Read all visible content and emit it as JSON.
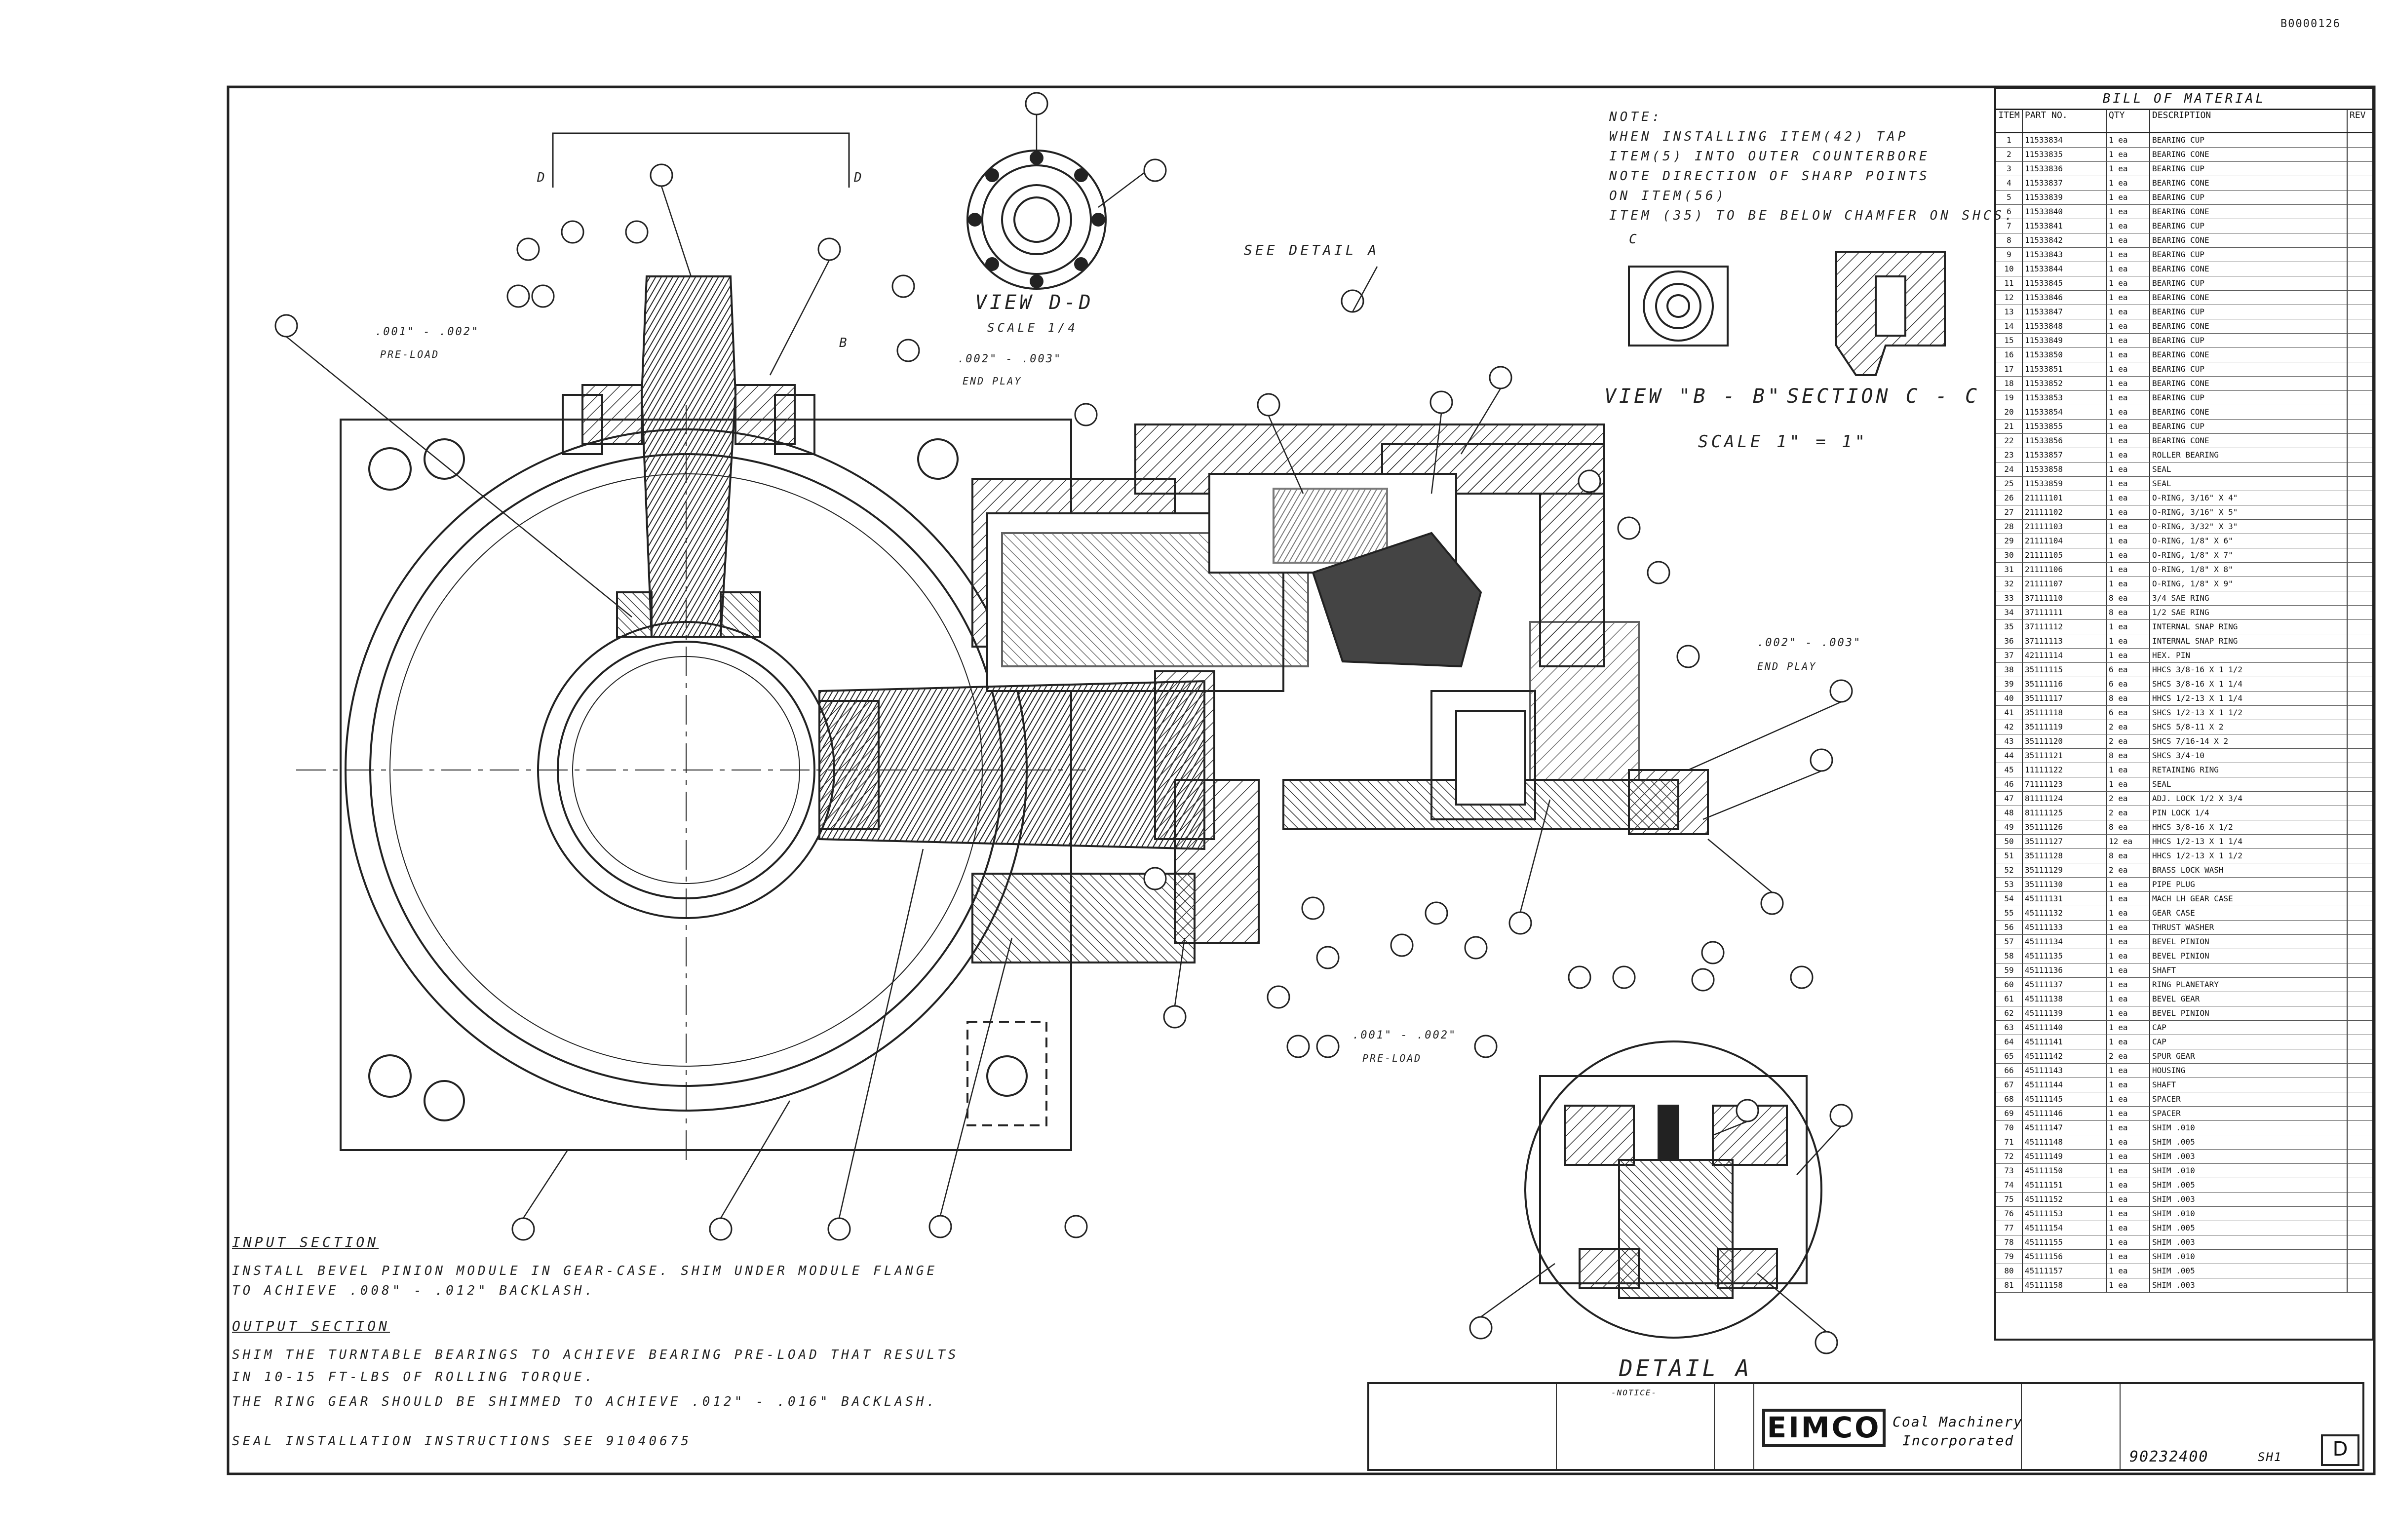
{
  "corner_id": "B0000126",
  "notes_top": {
    "line1": "NOTE:",
    "line2": "WHEN INSTALLING ITEM(42) TAP",
    "line3": "ITEM(5) INTO OUTER COUNTERBORE",
    "line4": "NOTE DIRECTION OF SHARP POINTS",
    "line5": "ON ITEM(56)",
    "line6": "ITEM (35) TO BE BELOW CHAMFER ON SHCS."
  },
  "view_labels": {
    "view_dd": "VIEW D-D",
    "view_dd_scale": "SCALE 1/4",
    "view_bb": "VIEW \"B - B\"",
    "section_cc": "SECTION C - C",
    "scale_1": "SCALE 1\" = 1\"",
    "see_detail": "SEE DETAIL A",
    "detail_a": "DETAIL A",
    "section_d_left": "D",
    "section_d_right": "D",
    "section_b": "B",
    "section_c": "C"
  },
  "callouts": {
    "preload_1": ".001\" - .002\"",
    "preload_1_sub": "PRE-LOAD",
    "endplay": ".002\" - .003\"",
    "endplay_sub": "END PLAY",
    "endplay2": ".002\" - .003\"",
    "endplay2_sub": "END PLAY",
    "preload_2": ".001\" - .002\"",
    "preload_2_sub": "PRE-LOAD"
  },
  "bottom_notes": {
    "input_title": "INPUT SECTION",
    "input_line1": "INSTALL BEVEL PINION MODULE IN GEAR-CASE. SHIM UNDER MODULE FLANGE",
    "input_line2": "TO ACHIEVE .008\" - .012\" BACKLASH.",
    "output_title": "OUTPUT SECTION",
    "output_line1": "SHIM THE TURNTABLE BEARINGS TO ACHIEVE BEARING PRE-LOAD THAT RESULTS",
    "output_line2": "IN 10-15 FT-LBS OF ROLLING TORQUE.",
    "output_line3": "THE RING GEAR SHOULD BE SHIMMED TO ACHIEVE .012\" - .016\" BACKLASH.",
    "seal_line": "SEAL INSTALLATION INSTRUCTIONS SEE 91040675"
  },
  "bom": {
    "title": "BILL OF MATERIAL",
    "headers": [
      "ITEM",
      "PART NO.",
      "QTY",
      "DESCRIPTION",
      "REV"
    ],
    "rows": [
      [
        "1",
        "11533834",
        "1 ea",
        "BEARING CUP",
        ""
      ],
      [
        "2",
        "11533835",
        "1 ea",
        "BEARING CONE",
        ""
      ],
      [
        "3",
        "11533836",
        "1 ea",
        "BEARING CUP",
        ""
      ],
      [
        "4",
        "11533837",
        "1 ea",
        "BEARING CONE",
        ""
      ],
      [
        "5",
        "11533839",
        "1 ea",
        "BEARING CUP",
        ""
      ],
      [
        "6",
        "11533840",
        "1 ea",
        "BEARING CONE",
        ""
      ],
      [
        "7",
        "11533841",
        "1 ea",
        "BEARING CUP",
        ""
      ],
      [
        "8",
        "11533842",
        "1 ea",
        "BEARING CONE",
        ""
      ],
      [
        "9",
        "11533843",
        "1 ea",
        "BEARING CUP",
        ""
      ],
      [
        "10",
        "11533844",
        "1 ea",
        "BEARING CONE",
        ""
      ],
      [
        "11",
        "11533845",
        "1 ea",
        "BEARING CUP",
        ""
      ],
      [
        "12",
        "11533846",
        "1 ea",
        "BEARING CONE",
        ""
      ],
      [
        "13",
        "11533847",
        "1 ea",
        "BEARING CUP",
        ""
      ],
      [
        "14",
        "11533848",
        "1 ea",
        "BEARING CONE",
        ""
      ],
      [
        "15",
        "11533849",
        "1 ea",
        "BEARING CUP",
        ""
      ],
      [
        "16",
        "11533850",
        "1 ea",
        "BEARING CONE",
        ""
      ],
      [
        "17",
        "11533851",
        "1 ea",
        "BEARING CUP",
        ""
      ],
      [
        "18",
        "11533852",
        "1 ea",
        "BEARING CONE",
        ""
      ],
      [
        "19",
        "11533853",
        "1 ea",
        "BEARING CUP",
        ""
      ],
      [
        "20",
        "11533854",
        "1 ea",
        "BEARING CONE",
        ""
      ],
      [
        "21",
        "11533855",
        "1 ea",
        "BEARING CUP",
        ""
      ],
      [
        "22",
        "11533856",
        "1 ea",
        "BEARING CONE",
        ""
      ],
      [
        "23",
        "11533857",
        "1 ea",
        "ROLLER BEARING",
        ""
      ],
      [
        "24",
        "11533858",
        "1 ea",
        "SEAL",
        ""
      ],
      [
        "25",
        "11533859",
        "1 ea",
        "SEAL",
        ""
      ],
      [
        "26",
        "21111101",
        "1 ea",
        "O-RING, 3/16\" X 4\"",
        ""
      ],
      [
        "27",
        "21111102",
        "1 ea",
        "O-RING, 3/16\" X 5\"",
        ""
      ],
      [
        "28",
        "21111103",
        "1 ea",
        "O-RING, 3/32\" X 3\"",
        ""
      ],
      [
        "29",
        "21111104",
        "1 ea",
        "O-RING, 1/8\" X 6\"",
        ""
      ],
      [
        "30",
        "21111105",
        "1 ea",
        "O-RING, 1/8\" X 7\"",
        ""
      ],
      [
        "31",
        "21111106",
        "1 ea",
        "O-RING, 1/8\" X 8\"",
        ""
      ],
      [
        "32",
        "21111107",
        "1 ea",
        "O-RING, 1/8\" X 9\"",
        ""
      ],
      [
        "33",
        "37111110",
        "8 ea",
        "3/4 SAE RING",
        ""
      ],
      [
        "34",
        "37111111",
        "8 ea",
        "1/2 SAE RING",
        ""
      ],
      [
        "35",
        "37111112",
        "1 ea",
        "INTERNAL SNAP RING",
        ""
      ],
      [
        "36",
        "37111113",
        "1 ea",
        "INTERNAL SNAP RING",
        ""
      ],
      [
        "37",
        "42111114",
        "1 ea",
        "HEX. PIN",
        ""
      ],
      [
        "38",
        "35111115",
        "6 ea",
        "HHCS 3/8-16 X 1 1/2",
        ""
      ],
      [
        "39",
        "35111116",
        "6 ea",
        "SHCS 3/8-16 X 1 1/4",
        ""
      ],
      [
        "40",
        "35111117",
        "8 ea",
        "HHCS 1/2-13 X 1 1/4",
        ""
      ],
      [
        "41",
        "35111118",
        "6 ea",
        "SHCS 1/2-13 X 1 1/2",
        ""
      ],
      [
        "42",
        "35111119",
        "2 ea",
        "SHCS 5/8-11 X 2",
        ""
      ],
      [
        "43",
        "35111120",
        "2 ea",
        "SHCS 7/16-14 X 2",
        ""
      ],
      [
        "44",
        "35111121",
        "8 ea",
        "SHCS 3/4-10",
        ""
      ],
      [
        "45",
        "11111122",
        "1 ea",
        "RETAINING RING",
        ""
      ],
      [
        "46",
        "71111123",
        "1 ea",
        "SEAL",
        ""
      ],
      [
        "47",
        "81111124",
        "2 ea",
        "ADJ. LOCK 1/2 X 3/4",
        ""
      ],
      [
        "48",
        "81111125",
        "2 ea",
        "PIN LOCK 1/4",
        ""
      ],
      [
        "49",
        "35111126",
        "8 ea",
        "HHCS 3/8-16 X 1/2",
        ""
      ],
      [
        "50",
        "35111127",
        "12 ea",
        "HHCS 1/2-13 X 1 1/4",
        ""
      ],
      [
        "51",
        "35111128",
        "8 ea",
        "HHCS 1/2-13 X 1 1/2",
        ""
      ],
      [
        "52",
        "35111129",
        "2 ea",
        "BRASS LOCK WASH",
        ""
      ],
      [
        "53",
        "35111130",
        "1 ea",
        "PIPE PLUG",
        ""
      ],
      [
        "54",
        "45111131",
        "1 ea",
        "MACH LH GEAR CASE",
        ""
      ],
      [
        "55",
        "45111132",
        "1 ea",
        "GEAR CASE",
        ""
      ],
      [
        "56",
        "45111133",
        "1 ea",
        "THRUST WASHER",
        ""
      ],
      [
        "57",
        "45111134",
        "1 ea",
        "BEVEL PINION",
        ""
      ],
      [
        "58",
        "45111135",
        "1 ea",
        "BEVEL PINION",
        ""
      ],
      [
        "59",
        "45111136",
        "1 ea",
        "SHAFT",
        ""
      ],
      [
        "60",
        "45111137",
        "1 ea",
        "RING PLANETARY",
        ""
      ],
      [
        "61",
        "45111138",
        "1 ea",
        "BEVEL GEAR",
        ""
      ],
      [
        "62",
        "45111139",
        "1 ea",
        "BEVEL PINION",
        ""
      ],
      [
        "63",
        "45111140",
        "1 ea",
        "CAP",
        ""
      ],
      [
        "64",
        "45111141",
        "1 ea",
        "CAP",
        ""
      ],
      [
        "65",
        "45111142",
        "2 ea",
        "SPUR GEAR",
        ""
      ],
      [
        "66",
        "45111143",
        "1 ea",
        "HOUSING",
        ""
      ],
      [
        "67",
        "45111144",
        "1 ea",
        "SHAFT",
        ""
      ],
      [
        "68",
        "45111145",
        "1 ea",
        "SPACER",
        ""
      ],
      [
        "69",
        "45111146",
        "1 ea",
        "SPACER",
        ""
      ],
      [
        "70",
        "45111147",
        "1 ea",
        "SHIM .010",
        ""
      ],
      [
        "71",
        "45111148",
        "1 ea",
        "SHIM .005",
        ""
      ],
      [
        "72",
        "45111149",
        "1 ea",
        "SHIM .003",
        ""
      ],
      [
        "73",
        "45111150",
        "1 ea",
        "SHIM .010",
        ""
      ],
      [
        "74",
        "45111151",
        "1 ea",
        "SHIM .005",
        ""
      ],
      [
        "75",
        "45111152",
        "1 ea",
        "SHIM .003",
        ""
      ],
      [
        "76",
        "45111153",
        "1 ea",
        "SHIM .010",
        ""
      ],
      [
        "77",
        "45111154",
        "1 ea",
        "SHIM .005",
        ""
      ],
      [
        "78",
        "45111155",
        "1 ea",
        "SHIM .003",
        ""
      ],
      [
        "79",
        "45111156",
        "1 ea",
        "SHIM .010",
        ""
      ],
      [
        "80",
        "45111157",
        "1 ea",
        "SHIM .005",
        ""
      ],
      [
        "81",
        "45111158",
        "1 ea",
        "SHIM .003",
        ""
      ]
    ]
  },
  "title_block": {
    "notice": "-NOTICE-",
    "logo": "EIMCO",
    "company_line1": "Coal Machinery",
    "company_line2": "Incorporated",
    "drawing_no": "90232400",
    "sheet": "SH1",
    "rev": "D"
  }
}
